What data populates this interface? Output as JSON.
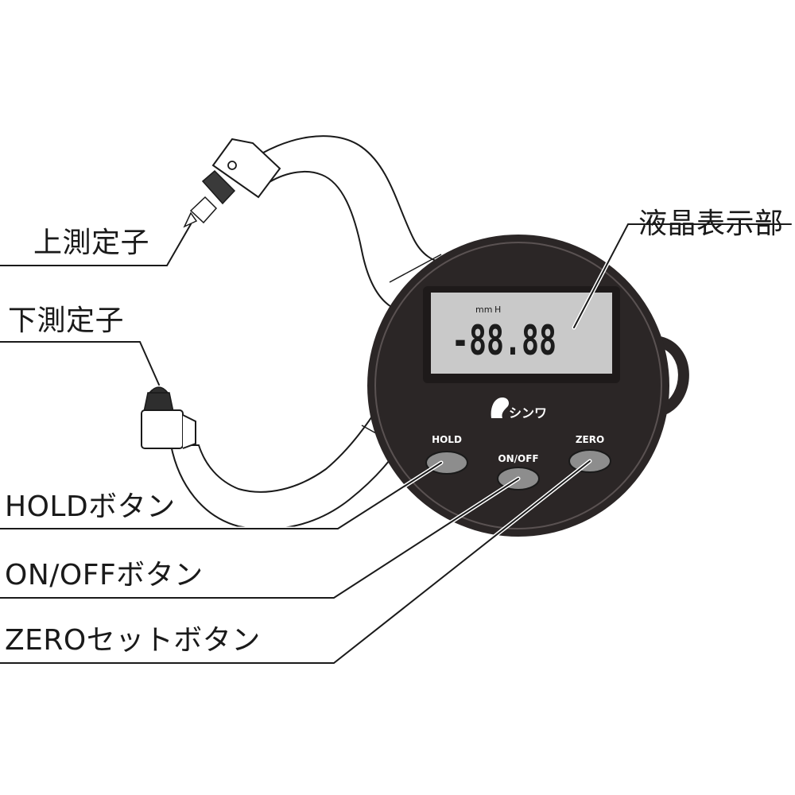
{
  "labels": {
    "upper_probe": "上測定子",
    "lower_probe": "下測定子",
    "lcd_display": "液晶表示部",
    "hold_button": "HOLDボタン",
    "onoff_button": "ON/OFFボタン",
    "zero_button": "ZEROセットボタン"
  },
  "device": {
    "lcd": {
      "units": "mm",
      "hold_flag": "H",
      "reading": "-88.88"
    },
    "brand": "シンワ",
    "buttons": {
      "hold": "HOLD",
      "onoff": "ON/OFF",
      "zero": "ZERO"
    }
  },
  "colors": {
    "body": "#2b2626",
    "lcd_bg": "#c9c9c9",
    "digits": "#1c1c1c",
    "button": "#8d8d8d",
    "line": "#1a1a1a"
  }
}
